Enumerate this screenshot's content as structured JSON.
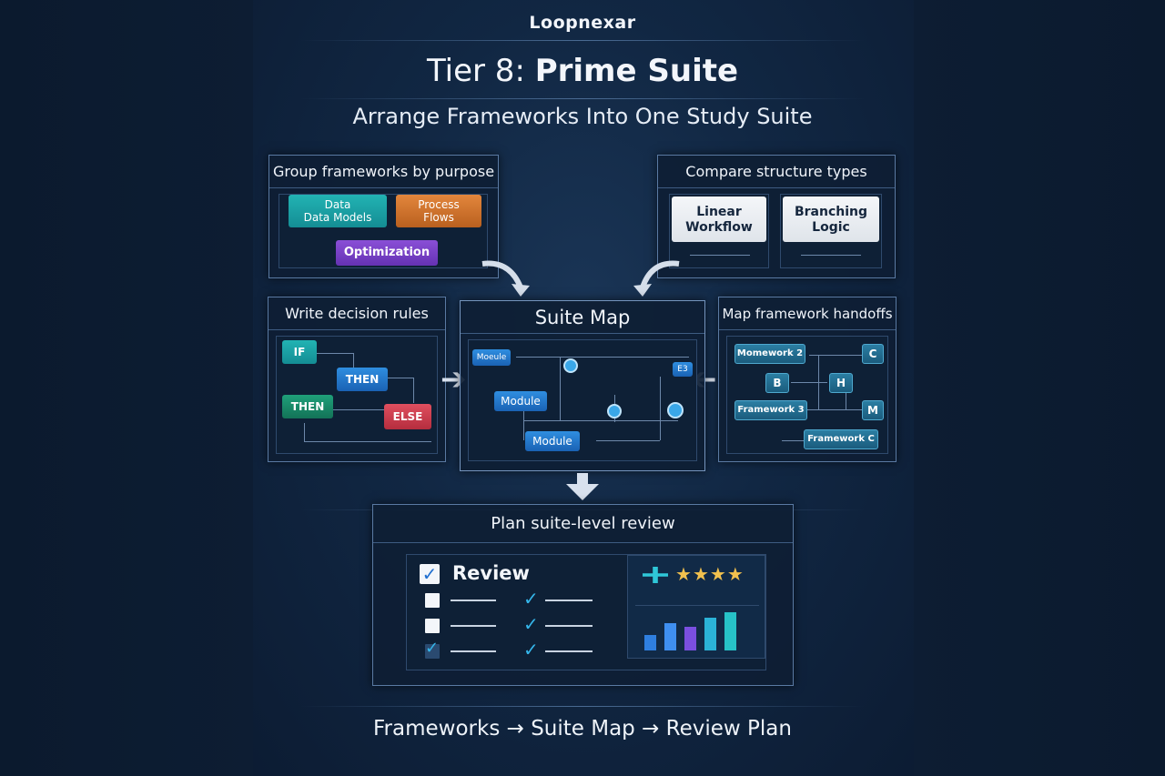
{
  "brand": "Loopnexar",
  "title": {
    "prefix": "Tier 8: ",
    "strong": "Prime Suite"
  },
  "subtitle": "Arrange Frameworks Into One Study Suite",
  "panels": {
    "group": {
      "heading": "Group frameworks by purpose",
      "chips": {
        "data_line1": "Data",
        "data_line2": "Data Models",
        "process_line1": "Process",
        "process_line2": "Flows",
        "optimization": "Optimization"
      }
    },
    "compare": {
      "heading": "Compare structure types",
      "cards": {
        "linear_line1": "Linear",
        "linear_line2": "Workflow",
        "branching_line1": "Branching",
        "branching_line2": "Logic"
      }
    },
    "rules": {
      "heading": "Write decision rules",
      "chips": {
        "if": "IF",
        "then1": "THEN",
        "then2": "THEN",
        "else": "ELSE"
      }
    },
    "suite_map": {
      "heading": "Suite Map",
      "chips": {
        "module_top": "Moeule",
        "module_mid": "Module",
        "module_bottom": "Module",
        "end": "E3"
      }
    },
    "handoffs": {
      "heading": "Map framework handoffs",
      "chips": {
        "momework2": "Momework 2",
        "c": "C",
        "b": "B",
        "h": "H",
        "framework3": "Framework 3",
        "m": "M",
        "frameworkC": "Framework C"
      }
    },
    "review": {
      "heading": "Plan suite-level review",
      "checklist_title": "Review"
    }
  },
  "review_chart": {
    "values": [
      0.35,
      0.62,
      0.55,
      0.75,
      0.88
    ],
    "rating_stars": 4
  },
  "footer": "Frameworks → Suite Map → Review Plan",
  "colors": {
    "background": "#0a1628",
    "accent_blue": "#35b6ea",
    "star": "#f2c14e"
  }
}
